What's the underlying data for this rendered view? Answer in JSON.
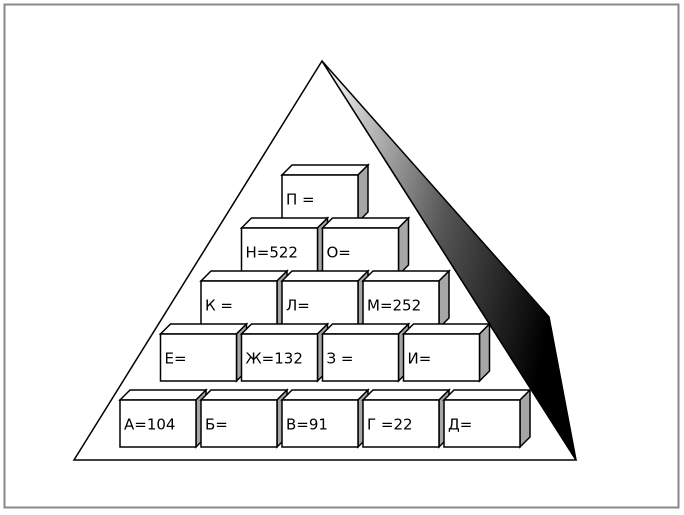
{
  "pyramid": {
    "rows": [
      [
        {
          "label": "П ="
        }
      ],
      [
        {
          "label": "Н=522"
        },
        {
          "label": "О="
        }
      ],
      [
        {
          "label": "К ="
        },
        {
          "label": "Л="
        },
        {
          "label": "М=252"
        }
      ],
      [
        {
          "label": "Е="
        },
        {
          "label": "Ж=132"
        },
        {
          "label": "З ="
        },
        {
          "label": "И="
        }
      ],
      [
        {
          "label": "А=104"
        },
        {
          "label": "Б="
        },
        {
          "label": "В=91"
        },
        {
          "label": "Г =22"
        },
        {
          "label": "Д="
        }
      ]
    ]
  },
  "colors": {
    "box_face": "#ffffff",
    "box_side": "#a6a6a6",
    "box_top": "#ffffff",
    "stroke": "#000000",
    "frame": "#888888",
    "shade_light": "#ffffff",
    "shade_dark": "#000000"
  }
}
